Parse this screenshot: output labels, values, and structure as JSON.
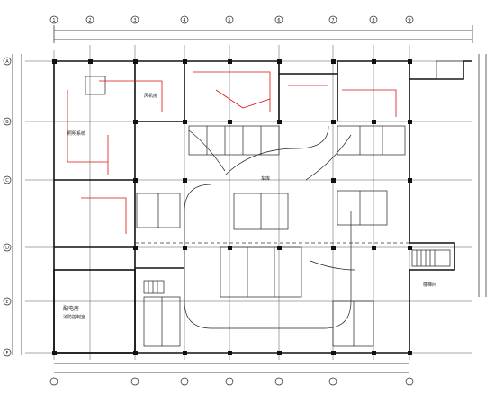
{
  "drawing": {
    "labels": {
      "room_left": "配电房",
      "room_left_sub": "消防控制室",
      "room_right": "楼梯间",
      "room_mid": "风机房",
      "car_label": "车库",
      "notes": "照明系统"
    },
    "axis_marks_top": [
      "1",
      "2",
      "3",
      "4",
      "5",
      "6",
      "7",
      "8",
      "9"
    ],
    "axis_marks_left": [
      "A",
      "B",
      "C",
      "D",
      "E",
      "F"
    ]
  }
}
